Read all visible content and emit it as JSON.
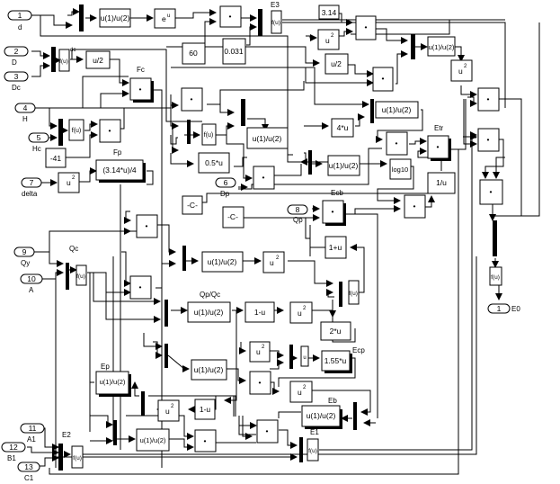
{
  "diagram": {
    "title": "Simulink model",
    "inports": [
      {
        "num": "1",
        "name": "d"
      },
      {
        "num": "2",
        "name": "D"
      },
      {
        "num": "3",
        "name": "Dc"
      },
      {
        "num": "4",
        "name": "H"
      },
      {
        "num": "5",
        "name": "Hc"
      },
      {
        "num": "6",
        "name": "Dp"
      },
      {
        "num": "7",
        "name": "delta"
      },
      {
        "num": "8",
        "name": "Qp"
      },
      {
        "num": "9",
        "name": "Qy"
      },
      {
        "num": "10",
        "name": "A"
      },
      {
        "num": "11",
        "name": "A1"
      },
      {
        "num": "12",
        "name": "B1"
      },
      {
        "num": "13",
        "name": "C1"
      }
    ],
    "outports": [
      {
        "num": "1",
        "name": "E0"
      }
    ],
    "fcn": {
      "div": "u(1)/u(2)",
      "exp": "e",
      "exp_sup": "u",
      "sq": "u",
      "sq_sup": "2",
      "half": "u/2",
      "fu": "f(u)",
      "prod": "•",
      "pi_quarter": "(3.14*u)/4",
      "half_u": "0.5*u",
      "four_u": "4*u",
      "log10": "log10",
      "recip": "1/u",
      "one_plus": "1+u",
      "one_minus": "1-u",
      "two_u": "2*u",
      "k155": "1.55*u",
      "const_c": "-C-"
    },
    "constants": {
      "c60": "60",
      "c0031": "0.031",
      "c314": "3.14",
      "cm41": "-41"
    },
    "subsystem_labels": {
      "e3": "E3",
      "fc": "Fc",
      "fp": "Fp",
      "etr": "Etr",
      "ecb": "Ecb",
      "qc": "Qc",
      "qpqc": "Qp/Qc",
      "ecp": "Ecp",
      "ep": "Ep",
      "eb": "Eb",
      "e1": "E1",
      "e2": "E2",
      "dc": "dc"
    }
  }
}
